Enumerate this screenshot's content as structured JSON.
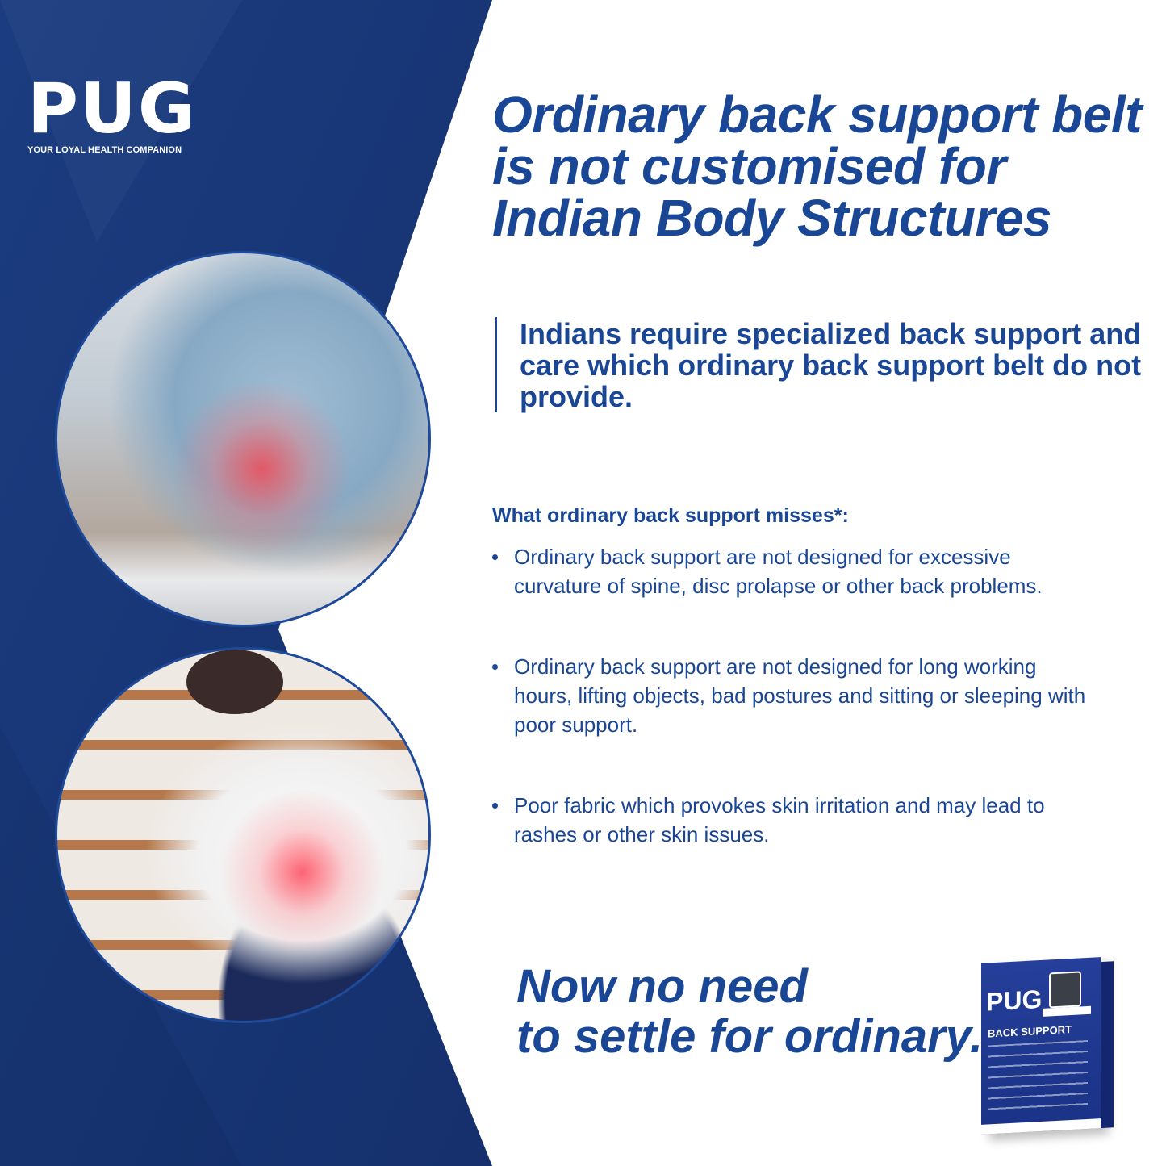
{
  "brand": {
    "logo": "PUG",
    "tagline": "YOUR LOYAL HEALTH COMPANION"
  },
  "colors": {
    "panel": "#173574",
    "text": "#1a4696"
  },
  "headline": "Ordinary back support belt is not customised for Indian Body Structures",
  "subheadline": "Indians require specialized back support and care which ordinary back support belt do not provide.",
  "misses_heading": "What ordinary back support misses*:",
  "bullets": [
    "Ordinary back support are not designed for excessive curvature of spine, disc prolapse or other back problems.",
    "Ordinary back support are not designed for long working hours, lifting objects, bad postures and sitting or sleeping with poor support.",
    "Poor fabric which provokes skin irritation and may lead to rashes or other skin issues."
  ],
  "cta": {
    "line1": "Now no need",
    "line2": "to settle for ordinary."
  },
  "product_box": {
    "logo": "PUG",
    "name": "BACK SUPPORT"
  }
}
